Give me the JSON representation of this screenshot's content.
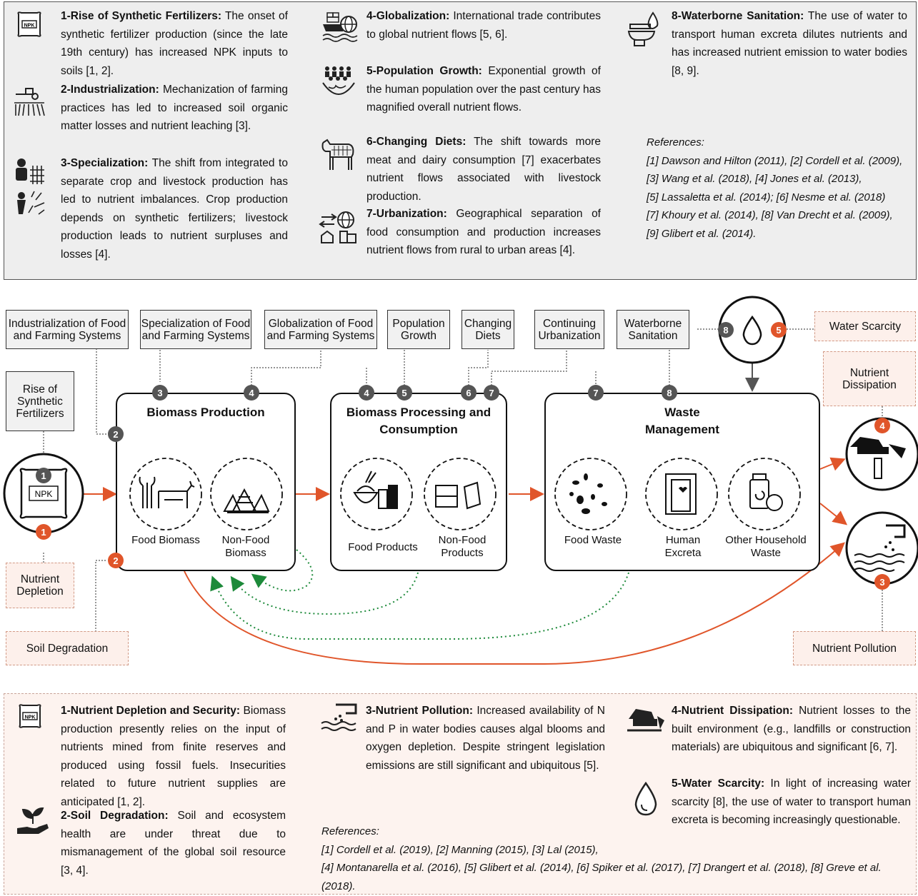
{
  "top_panel": {
    "items": [
      {
        "head": "1-Rise of Synthetic Fertilizers:",
        "body": " The onset of synthetic fertilizer production (since the late 19th century) has increased NPK inputs to soils [1, 2].",
        "icon": "fertilizer-bag-icon"
      },
      {
        "head": "2-Industrialization:",
        "body": " Mechanization of farming practices has led to increased soil organic matter losses and nutrient leaching [3].",
        "icon": "tractor-icon"
      },
      {
        "head": "3-Specialization:",
        "body": " The shift from integrated to separate crop and livestock production has led to nutrient imbalances. Crop production depends on synthetic fertilizers; livestock production leads to nutrient surpluses and losses [4].",
        "icon": "farmer-icon"
      },
      {
        "head": "4-Globalization:",
        "body": " International trade contributes to global nutrient flows [5, 6].",
        "icon": "cargo-ship-globe-icon"
      },
      {
        "head": "5-Population Growth:",
        "body": " Exponential growth of the human population over the past century has magnified overall nutrient flows.",
        "icon": "population-globe-icon"
      },
      {
        "head": "6-Changing Diets:",
        "body": " The shift towards more meat and dairy consumption [7] exacerbates nutrient flows associated with livestock production.",
        "icon": "cow-icon"
      },
      {
        "head": "7-Urbanization:",
        "body": " Geographical separation of food consumption and production increases nutrient flows from rural to urban areas [4].",
        "icon": "urbanization-icon"
      },
      {
        "head": "8-Waterborne Sanitation:",
        "body": " The use of water to transport human excreta dilutes nutrients and has increased nutrient emission to water bodies [8, 9].",
        "icon": "toilet-water-icon"
      }
    ],
    "refs_title": "References:",
    "refs": [
      "[1] Dawson and Hilton (2011), [2] Cordell et al. (2009),",
      "[3] Wang et al. (2018), [4] Jones et al. (2013),",
      "[5] Lassaletta et al. (2014); [6] Nesme et al. (2018)",
      "[7] Khoury et al. (2014), [8] Van Drecht et al. (2009),",
      "[9] Glibert et al. (2014)."
    ]
  },
  "diagram": {
    "drivers": [
      "Industrialization of Food and Farming Systems",
      "Specialization of Food and Farming Systems",
      "Globalization of Food and Farming Systems",
      "Population Growth",
      "Changing Diets",
      "Continuing Urbanization",
      "Waterborne Sanitation",
      "Rise of Synthetic Fertilizers"
    ],
    "impacts": {
      "water_scarcity": "Water Scarcity",
      "dissipation": "Nutrient Dissipation",
      "depletion": "Nutrient Depletion",
      "soil": "Soil Degradation",
      "pollution": "Nutrient Pollution"
    },
    "nodes": {
      "biomass": {
        "title": "Biomass Production",
        "c1": "Food Biomass",
        "c2": "Non-Food Biomass"
      },
      "processing": {
        "title": "Biomass Processing and Consumption",
        "c1": "Food Products",
        "c2": "Non-Food Products"
      },
      "waste": {
        "title": "Waste Management",
        "c1": "Food Waste",
        "c2": "Human Excreta",
        "c3": "Other Household Waste"
      }
    },
    "npk_label": "NPK",
    "driver_badges": [
      "1",
      "2",
      "3",
      "4",
      "4",
      "5",
      "6",
      "7",
      "7",
      "8",
      "8"
    ],
    "impact_badges": [
      "1",
      "2",
      "3",
      "4",
      "5"
    ],
    "colors": {
      "driver": "#555555",
      "impact": "#e0552a",
      "flow": "#e0552a",
      "recycle": "#1d8a3a"
    }
  },
  "bottom_panel": {
    "items": [
      {
        "head": "1-Nutrient Depletion and Security:",
        "body": " Biomass production presently relies on the input of nutrients mined from finite reserves and produced using fossil fuels. Insecurities related to future nutrient supplies are anticipated [1, 2].",
        "icon": "fertilizer-bag-icon"
      },
      {
        "head": "2-Soil Degradation:",
        "body": " Soil and ecosystem health are under threat due to mismanagement of the global soil resource [3, 4].",
        "icon": "plant-in-hand-icon"
      },
      {
        "head": "3-Nutrient Pollution:",
        "body": " Increased availability of N and P in water bodies causes algal blooms and oxygen depletion. Despite stringent legislation emissions are still significant and ubiquitous [5].",
        "icon": "pipe-discharge-icon"
      },
      {
        "head": "4-Nutrient Dissipation:",
        "body": " Nutrient losses to the built environment (e.g., landfills or construction materials) are ubiquitous and significant [6, 7].",
        "icon": "bulldozer-icon"
      },
      {
        "head": "5-Water Scarcity:",
        "body": " In light of increasing water scarcity [8], the use of water to transport human excreta is becoming increasingly questionable.",
        "icon": "water-drop-icon"
      }
    ],
    "refs_title": "References:",
    "refs": [
      "[1] Cordell et al. (2019), [2] Manning (2015), [3] Lal (2015),",
      "[4] Montanarella et al. (2016), [5] Glibert et al. (2014), [6] Spiker et al. (2017), [7] Drangert et al. (2018), [8] Greve et al. (2018)."
    ]
  }
}
